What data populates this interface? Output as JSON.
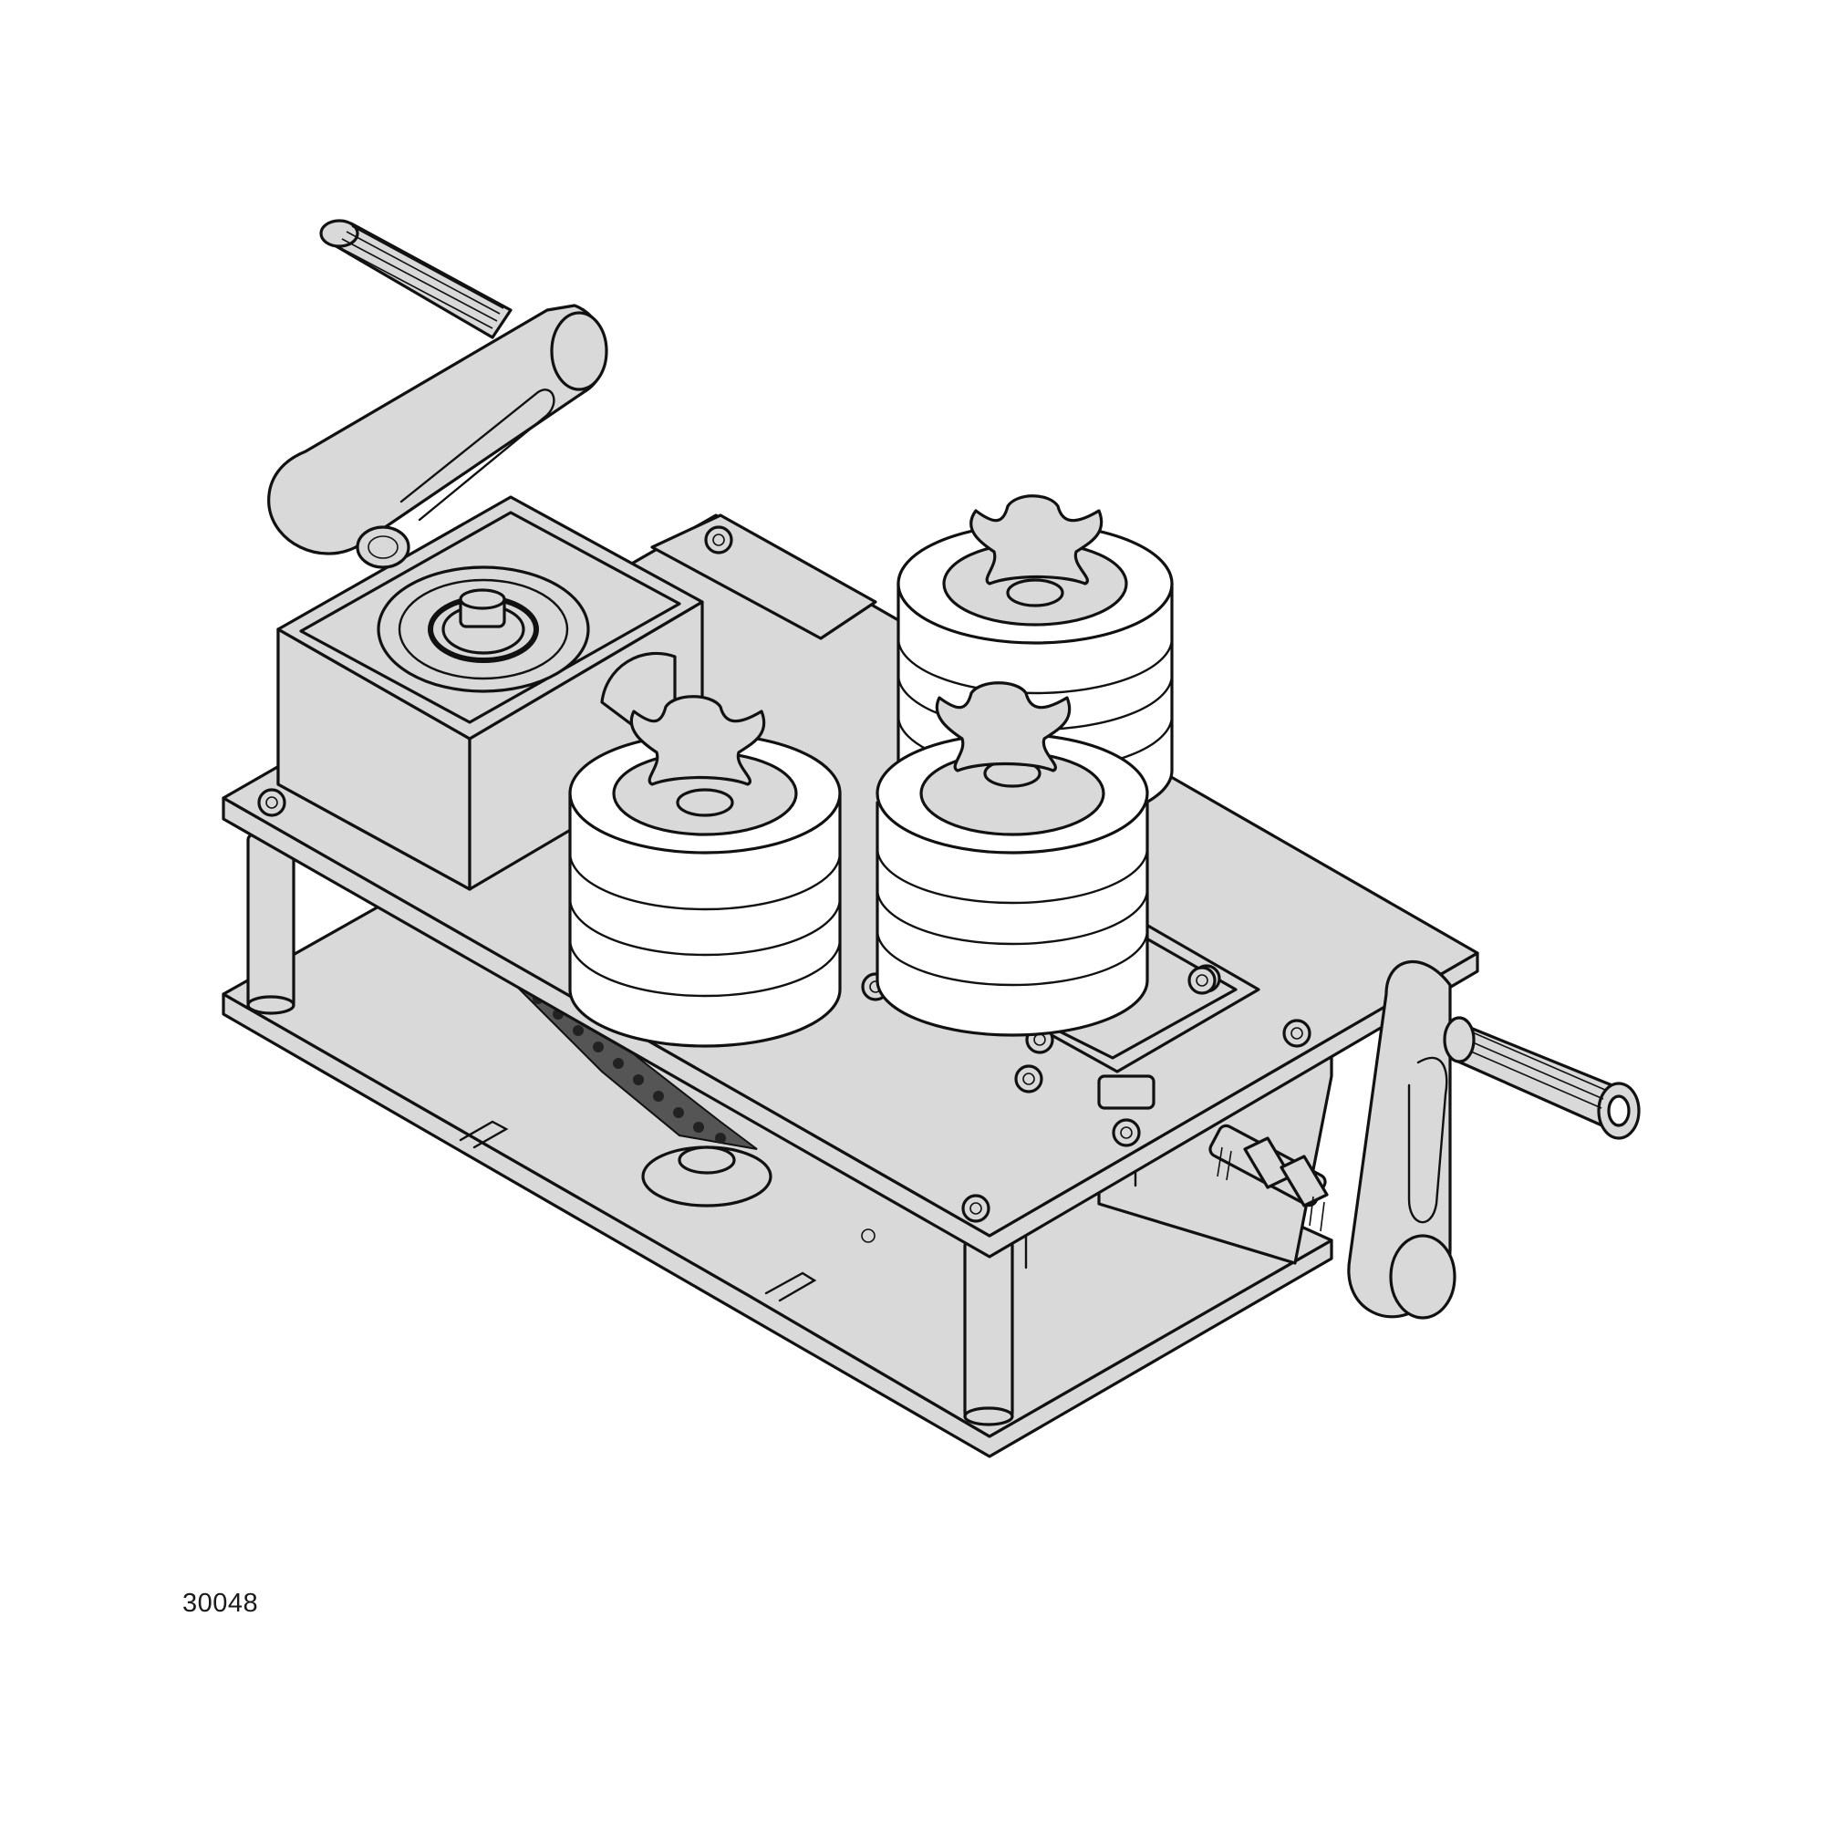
{
  "figure": {
    "label": "30048",
    "subject": "Manual roller bending/profiling machine, isometric technical line drawing",
    "colors": {
      "background": "#ffffff",
      "part_fill": "#d9d9d9",
      "roller_fill": "#ffffff",
      "outline": "#111111"
    },
    "components": [
      {
        "id": "crank-handle-left",
        "name": "Crank handle with knurled grip (upper left)"
      },
      {
        "id": "gearbox",
        "name": "Square gearbox housing with bearing"
      },
      {
        "id": "upper-plate",
        "name": "Upper mounting plate with socket-head screws"
      },
      {
        "id": "base-plate",
        "name": "Lower base plate with slots"
      },
      {
        "id": "roller-left",
        "name": "Front-left grooved roller with star knob"
      },
      {
        "id": "roller-front-right",
        "name": "Front-right grooved roller with star knob"
      },
      {
        "id": "roller-back",
        "name": "Rear grooved roller with star knob"
      },
      {
        "id": "chain-drive",
        "name": "Chain and sprocket drive"
      },
      {
        "id": "adjust-screw",
        "name": "Threaded adjusting screw with nuts"
      },
      {
        "id": "crank-handle-right",
        "name": "Crank handle with knurled grip (right)"
      },
      {
        "id": "support-posts",
        "name": "Four support pillars"
      }
    ]
  }
}
